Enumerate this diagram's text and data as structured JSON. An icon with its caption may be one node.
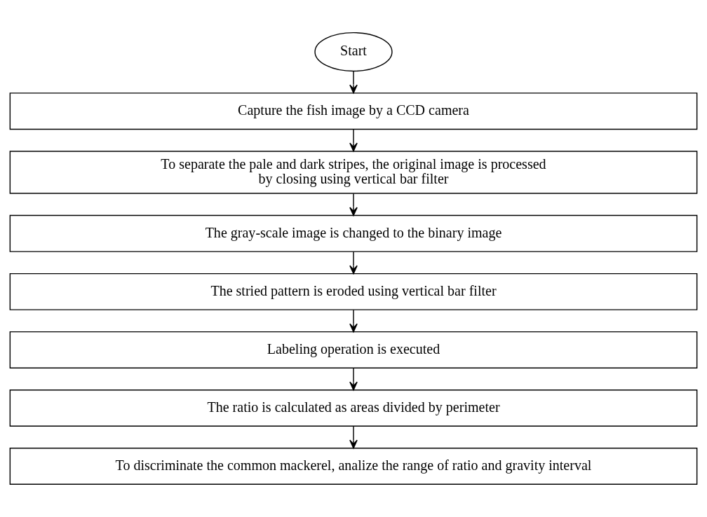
{
  "diagram": {
    "nodes": [
      {
        "text": [
          "Start"
        ]
      },
      {
        "text": [
          "Capture the fish image by a CCD camera"
        ]
      },
      {
        "text": [
          "To separate the pale and dark stripes, the original image is processed by closing using vertical bar filter"
        ]
      },
      {
        "text": [
          "The gray-scale image is changed to the binary image"
        ]
      },
      {
        "text": [
          "The stried pattern is eroded using vertical bar filter"
        ]
      },
      {
        "text": [
          "Labeling operation is executed"
        ]
      },
      {
        "text": [
          "The ratio is calculated as areas divided by perimeter"
        ]
      },
      {
        "text": [
          "To discriminate the common mackerel, analize the range of ratio and gravity interval"
        ]
      }
    ],
    "edges": [
      {
        "from": 0,
        "to": 1,
        "arrow": "to"
      },
      {
        "from": 1,
        "to": 2,
        "arrow": "to"
      },
      {
        "from": 2,
        "to": 3,
        "arrow": "to"
      },
      {
        "from": 3,
        "to": 4,
        "arrow": "to"
      },
      {
        "from": 4,
        "to": 5,
        "arrow": "to"
      },
      {
        "from": 5,
        "to": 6,
        "arrow": "to"
      },
      {
        "from": 6,
        "to": 7,
        "arrow": "to"
      }
    ]
  }
}
